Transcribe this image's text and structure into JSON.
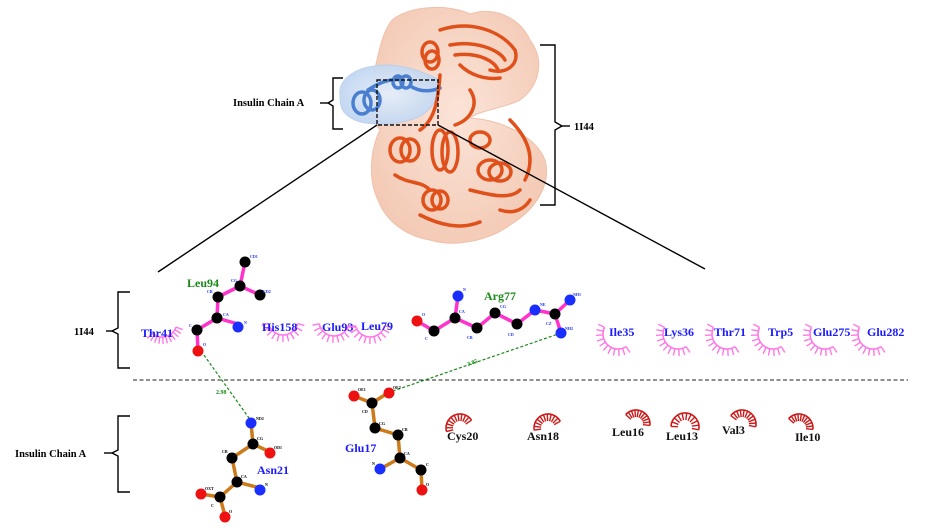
{
  "colors": {
    "receptor_residue_text": "#1a1aff",
    "hbond_residue_text": "#1a8a1a",
    "ligand_residue_text": "#111111",
    "receptor_bond": "#ff33cc",
    "ligand_bond": "#cc7a1a",
    "receptor_arc": "#ff77e6",
    "ligand_arc": "#cc1a1a",
    "hbond_line": "#1a8a1a",
    "protein_ribbon": "#e0501a",
    "protein_surface": "#f7d6c6",
    "chain_a_ribbon": "#4a7fd0",
    "chain_a_surface": "#cfe0f7",
    "carbon": "#000000",
    "nitrogen": "#1a2fff",
    "oxygen": "#ee1111"
  },
  "structure": {
    "label_chain_a": "Insulin  Chain A",
    "label_protein": "1I44"
  },
  "interface": {
    "receptor_label": "1I44",
    "ligand_label": "Insulin  Chain A",
    "hbond_residues": [
      {
        "name": "Leu94",
        "chain": "1I44"
      },
      {
        "name": "Arg77",
        "chain": "1I44"
      }
    ],
    "receptor_hydrophobic": [
      "Thr41",
      "His158",
      "Glu93",
      "Leu79",
      "Ile35",
      "Lys36",
      "Thr71",
      "Trp5",
      "Glu275",
      "Glu282"
    ],
    "ligand_hbond_residues": [
      {
        "name": "Asn21",
        "chain": "Insulin Chain A"
      },
      {
        "name": "Glu17",
        "chain": "Insulin Chain A"
      }
    ],
    "ligand_hydrophobic": [
      "Cys20",
      "Asn18",
      "Leu16",
      "Leu13",
      "Val3",
      "Ile10"
    ],
    "hbonds": [
      {
        "from": "Leu94:O",
        "to": "Asn21:ND2",
        "distance": "2.98"
      },
      {
        "from": "Arg77:NH2",
        "to": "Glu17:OE2",
        "distance": "3.05"
      }
    ],
    "atoms": {
      "leu94": [
        "CD1",
        "CG",
        "CD2",
        "CB",
        "CA",
        "N",
        "C",
        "O"
      ],
      "arg77": [
        "O",
        "C",
        "CA",
        "N",
        "CB",
        "CG",
        "CD",
        "NE",
        "CZ",
        "NH1",
        "NH2"
      ],
      "asn21": [
        "ND2",
        "CG",
        "OD1",
        "CB",
        "CA",
        "N",
        "C",
        "OXT",
        "O"
      ],
      "glu17": [
        "OE1",
        "OE2",
        "CD",
        "CG",
        "CB",
        "CA",
        "N",
        "C",
        "O"
      ]
    }
  }
}
